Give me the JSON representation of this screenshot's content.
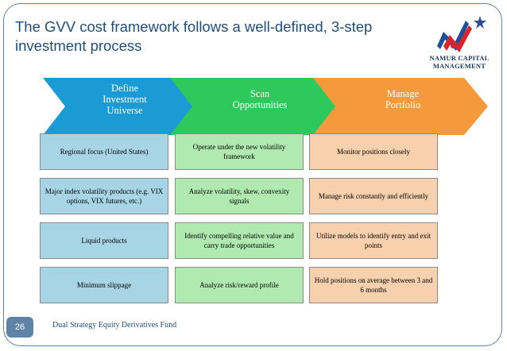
{
  "title": "The GVV cost framework follows a well-defined, 3-step investment process",
  "logo": {
    "line1": "NAMUR CAPITAL",
    "line2": "MANAGEMENT"
  },
  "steps": [
    {
      "label_lines": [
        "Define",
        "Investment",
        "Universe"
      ],
      "color": "#1a9bd6"
    },
    {
      "label_lines": [
        "Scan",
        "Opportunities"
      ],
      "color": "#2ec95c"
    },
    {
      "label_lines": [
        "Manage",
        "Portfolio"
      ],
      "color": "#f59a3c"
    }
  ],
  "columns": [
    {
      "items": [
        "Regional focus (United States)",
        "Major index volatility products (e.g. VIX options, VIX futures, etc.)",
        "Liquid products",
        "Minimum slippage"
      ]
    },
    {
      "items": [
        "Operate under the new volatility framework",
        "Analyze volatility, skew, convexity signals",
        "Identify compelling relative value and carry trade opportunities",
        "Analyze risk/reward profile"
      ]
    },
    {
      "items": [
        "Monitor positions closely",
        "Manage risk constantly and efficiently",
        "Utilize models to identify entry and exit points",
        "Hold positions on average between 3 and 6 months"
      ]
    }
  ],
  "footer": {
    "page_number": "26",
    "text": "Dual Strategy Equity Derivatives Fund"
  }
}
